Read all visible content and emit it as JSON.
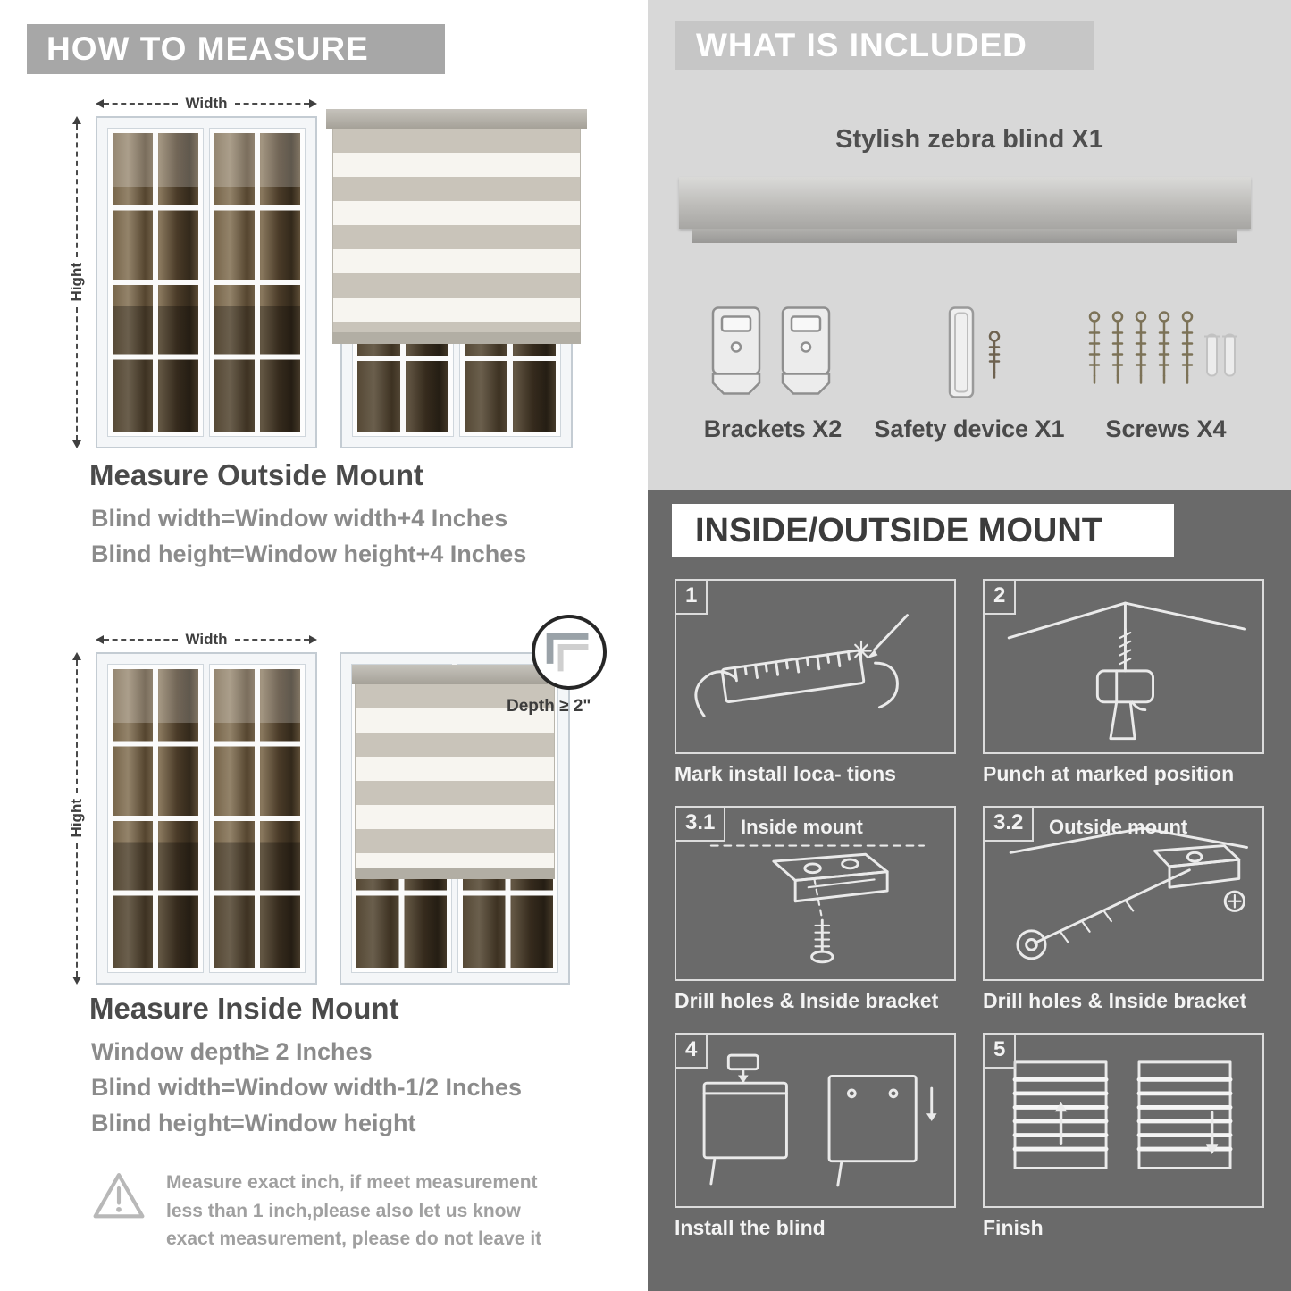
{
  "left": {
    "header": "HOW TO MEASURE",
    "width_label": "Width",
    "height_label": "Hight",
    "outside": {
      "title": "Measure Outside Mount",
      "line1": "Blind width=Window width+4 Inches",
      "line2": "Blind height=Window height+4 Inches"
    },
    "inside": {
      "depth_label": "Depth ≥ 2\"",
      "title": "Measure Inside Mount",
      "line1": "Window depth≥ 2 Inches",
      "line2": "Blind width=Window width-1/2 Inches",
      "line3": "Blind height=Window height"
    },
    "warning_text": "Measure exact inch, if meet measurement less than 1 inch,please also let us know exact measurement, please do not leave it"
  },
  "included": {
    "header": "WHAT IS INCLUDED",
    "product_label": "Stylish zebra blind X1",
    "items": [
      {
        "label": "Brackets X2"
      },
      {
        "label": "Safety device X1"
      },
      {
        "label": "Screws X4"
      }
    ]
  },
  "mount": {
    "header": "INSIDE/OUTSIDE MOUNT",
    "steps": [
      {
        "num": "1",
        "caption": "Mark install loca- tions"
      },
      {
        "num": "2",
        "caption": "Punch at  marked position"
      },
      {
        "num": "3.1",
        "label": "Inside mount",
        "caption": "Drill holes &  Inside bracket"
      },
      {
        "num": "3.2",
        "label": "Outside mount",
        "caption": "Drill holes &  Inside bracket"
      },
      {
        "num": "4",
        "caption": "Install the blind"
      },
      {
        "num": "5",
        "caption": "Finish"
      }
    ]
  },
  "colors": {
    "banner_gray": "#a7a7a7",
    "panel_light": "#d8d8d8",
    "panel_dark": "#6a6a6a"
  }
}
